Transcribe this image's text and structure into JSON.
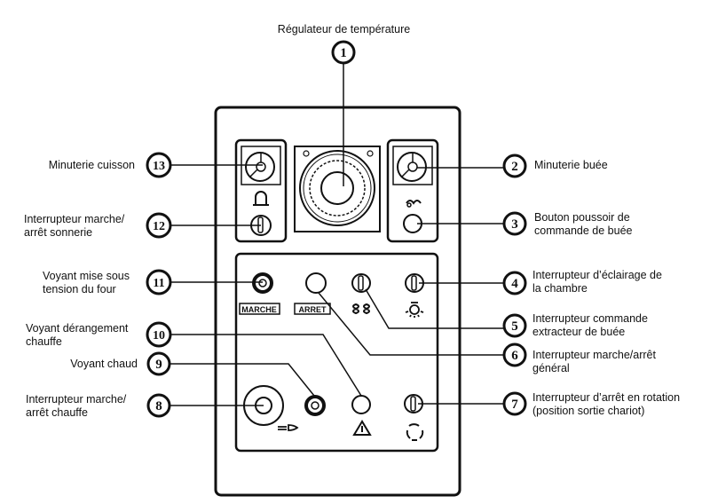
{
  "title": "Régulateur de température",
  "callouts": [
    {
      "n": "1",
      "label": "Régulateur de température"
    },
    {
      "n": "2",
      "label": "Minuterie buée"
    },
    {
      "n": "3",
      "label_lines": [
        "Bouton poussoir de",
        "commande de buée"
      ]
    },
    {
      "n": "4",
      "label_lines": [
        "Interrupteur d’éclairage de",
        "la chambre"
      ]
    },
    {
      "n": "5",
      "label_lines": [
        "Interrupteur commande",
        "extracteur de buée"
      ]
    },
    {
      "n": "6",
      "label_lines": [
        "Interrupteur marche/arrêt",
        "général"
      ]
    },
    {
      "n": "7",
      "label_lines": [
        "Interrupteur d’arrêt en rotation",
        "(position sortie chariot)"
      ]
    },
    {
      "n": "8",
      "label_lines": [
        "Interrupteur marche/",
        "arrêt chauffe"
      ]
    },
    {
      "n": "9",
      "label": "Voyant chaud"
    },
    {
      "n": "10",
      "label_lines": [
        "Voyant dérangement",
        "chauffe"
      ]
    },
    {
      "n": "11",
      "label_lines": [
        "Voyant mise sous",
        "tension du four"
      ]
    },
    {
      "n": "12",
      "label_lines": [
        "Interrupteur marche/",
        "arrêt sonnerie"
      ]
    },
    {
      "n": "13",
      "label": "Minuterie cuisson"
    }
  ],
  "panel": {
    "marche_label": "MARCHE",
    "arret_label": "ARRET"
  }
}
